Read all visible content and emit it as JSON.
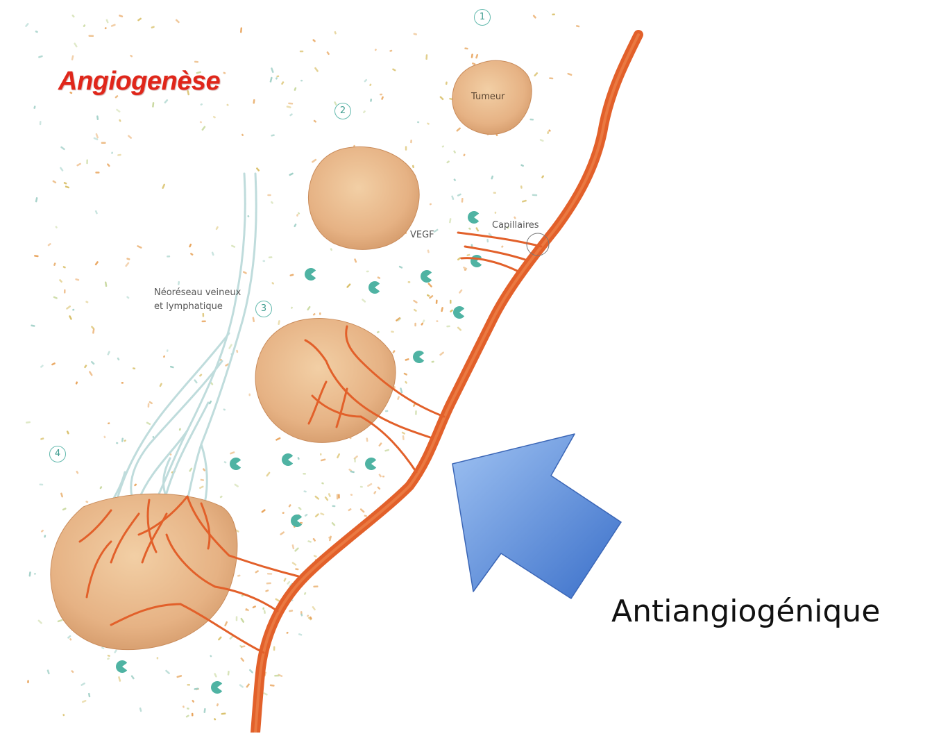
{
  "title": "Angiogenèse",
  "labels": {
    "tumor": "Tumeur",
    "vegf": "VEGF",
    "capillaries": "Capillaires",
    "network_line1": "Néoréseau veineux",
    "network_line2": "et lymphatique"
  },
  "steps": [
    "1",
    "2",
    "3",
    "4"
  ],
  "caption": "Antiangiogénique",
  "colors": {
    "title": "#e0261a",
    "vessel": "#e2602a",
    "tumor": "#e7b586",
    "lymph": "#bfdcdc",
    "arrow": "#5b8fdd",
    "step_ring": "#62b9ad"
  }
}
